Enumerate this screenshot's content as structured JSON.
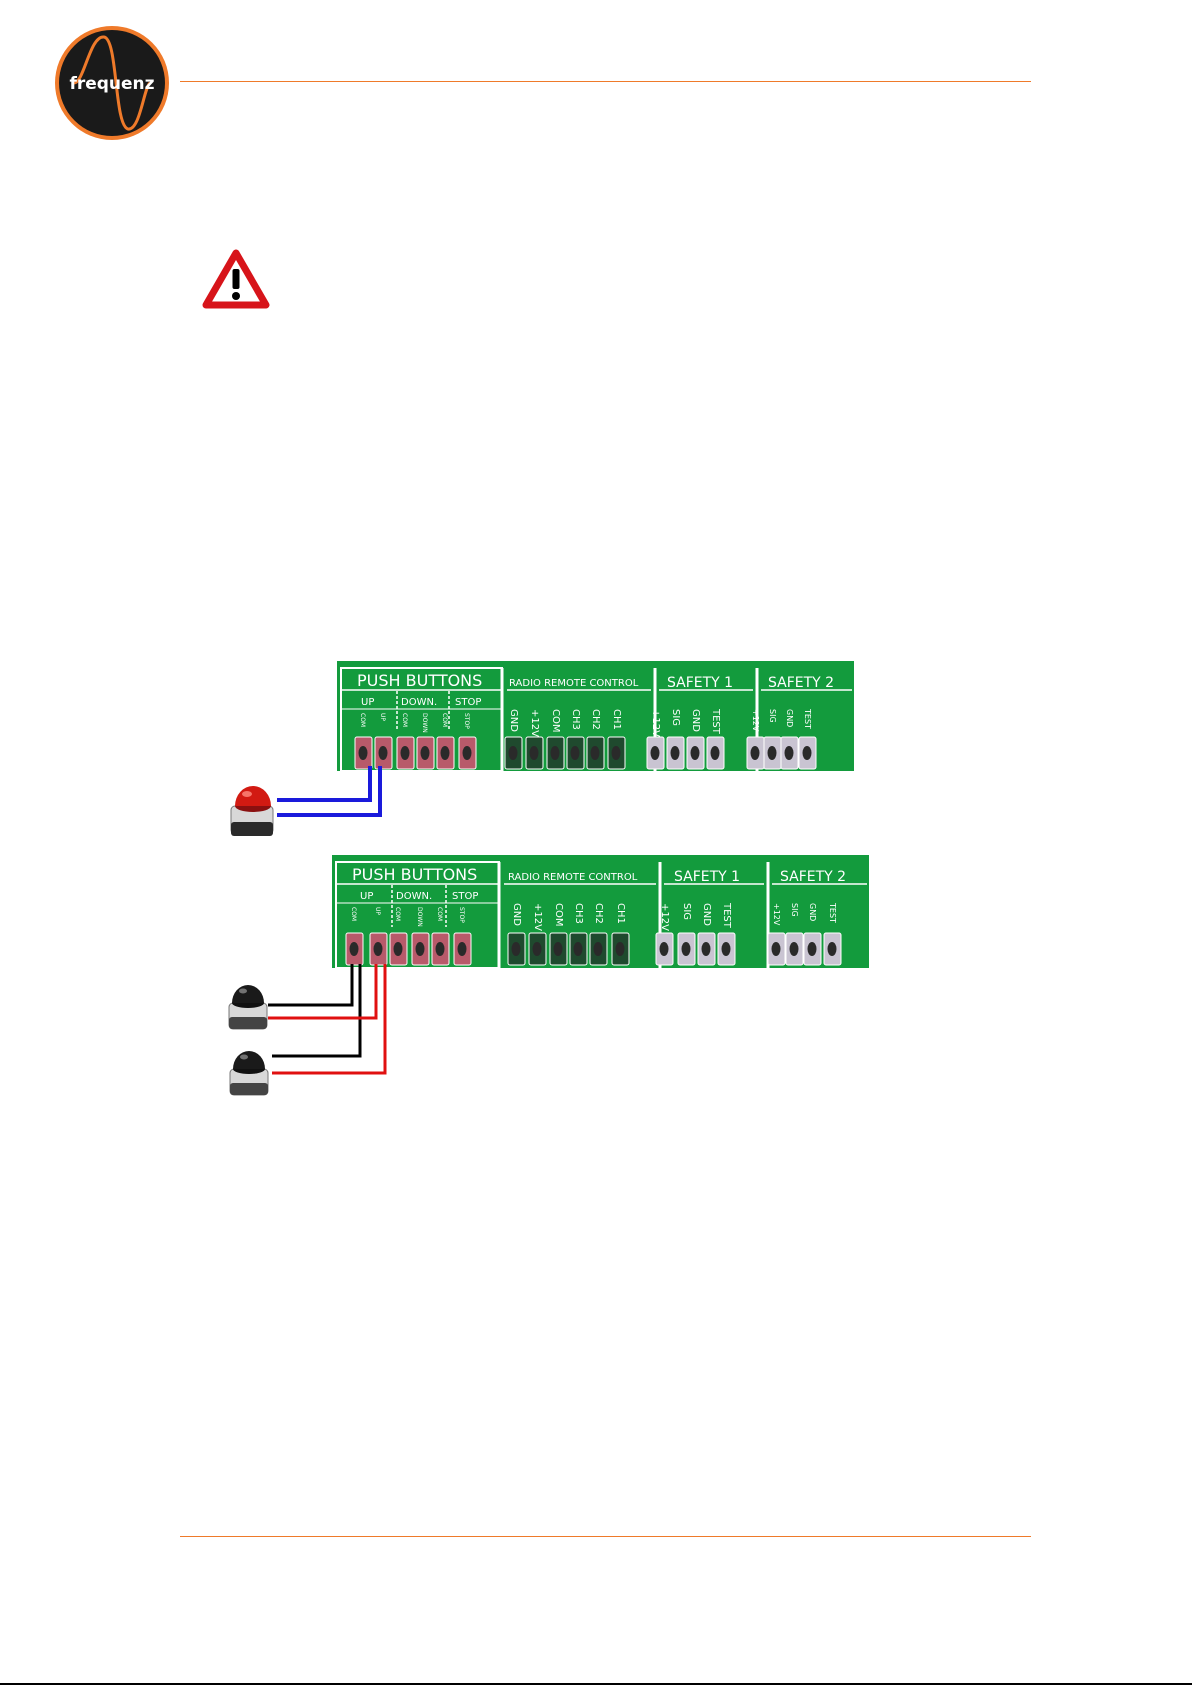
{
  "header": {
    "brand_name": "frequenz",
    "brand_color": "#ef7a2a",
    "logo_icon": "frequenz-sine-logo"
  },
  "warning": {
    "icon": "warning-triangle-icon",
    "color": "#d7141a"
  },
  "board_labels": {
    "push_buttons": "PUSH BUTTONS",
    "up": "UP",
    "down": "DOWN.",
    "stop": "STOP",
    "com": "COM",
    "up_small": "UP",
    "down_small": "DOWN",
    "stop_small": "STOP",
    "radio_remote_control": "RADIO REMOTE CONTROL",
    "radio_pins": [
      "GND",
      "+12V",
      "COM",
      "CH3",
      "CH2",
      "CH1"
    ],
    "safety_1": "SAFETY 1",
    "safety_2": "SAFETY 2",
    "safety_pins": [
      "+12V",
      "SIG",
      "GND",
      "TEST"
    ]
  },
  "diagrams": [
    {
      "name": "single-stop-button-wiring",
      "button_color": "red",
      "wire_color": "#1a1adb"
    },
    {
      "name": "up-down-button-wiring",
      "button_color": "black",
      "wire_colors": [
        "#000000",
        "#e01010"
      ]
    }
  ]
}
